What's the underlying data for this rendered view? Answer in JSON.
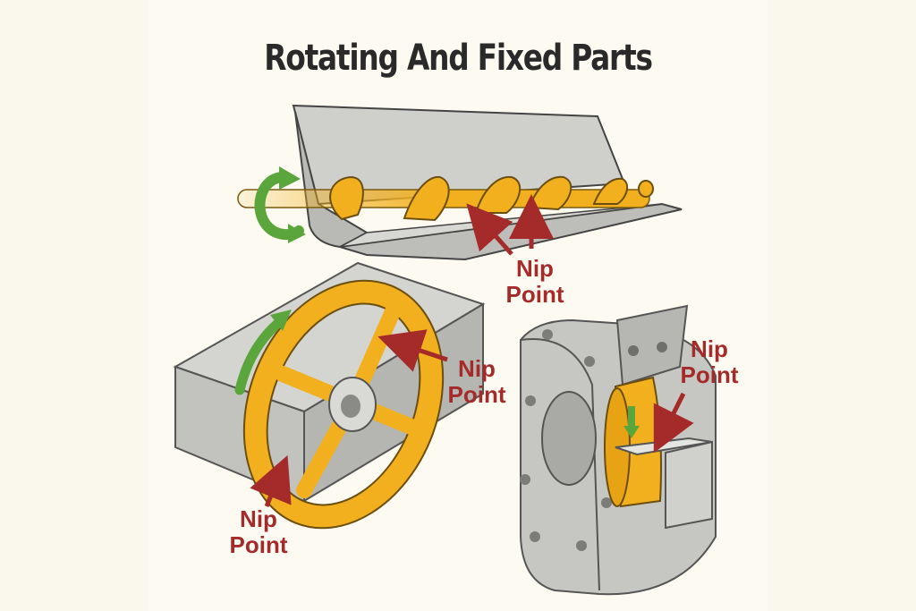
{
  "title": "Rotating And Fixed Parts",
  "labels": {
    "screw": {
      "line1": "Nip",
      "line2": "Point"
    },
    "wheel_upper": {
      "line1": "Nip",
      "line2": "Point"
    },
    "wheel_lower": {
      "line1": "Nip",
      "line2": "Point"
    },
    "grinder": {
      "line1": "Nip",
      "line2": "Point"
    }
  },
  "colors": {
    "label_red": "#a52a2a",
    "rotating_part": "#f2b01e",
    "fixed_part": "#c9c9c6",
    "rotation_arrow": "#5aa63c"
  },
  "icons": [
    "rotation-arrow-icon",
    "nip-point-arrow-icon"
  ]
}
